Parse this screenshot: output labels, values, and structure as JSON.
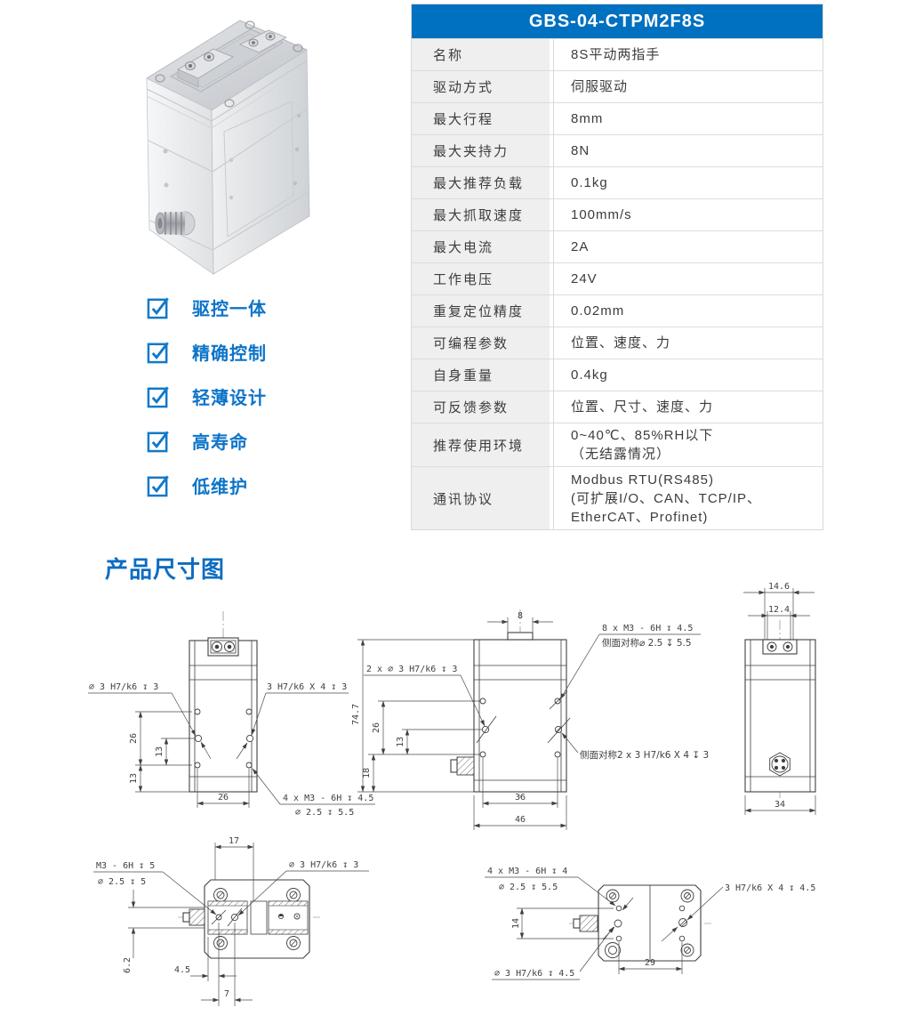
{
  "colors": {
    "accent_blue": "#0d74c8",
    "table_header_bg": "#0070c0",
    "table_label_bg": "#efefef",
    "table_border": "#d9d9d9",
    "drawing_line": "#3f3f3f"
  },
  "icons": {
    "feature_checkbox": "checkbox-checked ☑"
  },
  "features": [
    "驱控一体",
    "精确控制",
    "轻薄设计",
    "高寿命",
    "低维护"
  ],
  "spec_table": {
    "header": "GBS-04-CTPM2F8S",
    "rows": [
      {
        "label": "名称",
        "value": "8S平动两指手"
      },
      {
        "label": "驱动方式",
        "value": "伺服驱动"
      },
      {
        "label": "最大行程",
        "value": "8mm"
      },
      {
        "label": "最大夹持力",
        "value": "8N"
      },
      {
        "label": "最大推荐负载",
        "value": "0.1kg"
      },
      {
        "label": "最大抓取速度",
        "value": "100mm/s"
      },
      {
        "label": "最大电流",
        "value": "2A"
      },
      {
        "label": "工作电压",
        "value": "24V"
      },
      {
        "label": "重复定位精度",
        "value": "0.02mm"
      },
      {
        "label": "可编程参数",
        "value": "位置、速度、力"
      },
      {
        "label": "自身重量",
        "value": "0.4kg"
      },
      {
        "label": "可反馈参数",
        "value": "位置、尺寸、速度、力"
      },
      {
        "label": "推荐使用环境",
        "value": "0~40℃、85%RH以下\n（无结露情况）"
      },
      {
        "label": "通讯协议",
        "value": "Modbus RTU(RS485)\n(可扩展I/O、CAN、TCP/IP、\nEtherCAT、Profinet)"
      }
    ]
  },
  "dimension_section": {
    "title": "产品尺寸图"
  },
  "drawings": {
    "front_view": {
      "hole_left_label": "⌀ 3 H7/k6 ↧ 3",
      "pin_right_label": "3 H7/k6 X 4 ↧ 3",
      "screws_label_line1": "4 x  M3 - 6H ↧ 4.5",
      "screws_label_line2": "⌀ 2.5 ↧ 5.5",
      "dim_vertical_26": "26",
      "dim_vertical_13_inner": "13",
      "dim_vertical_13_lower": "13",
      "dim_width_26": "26"
    },
    "side_view": {
      "dim_top_8": "8",
      "dim_height_74_7": "74.7",
      "dim_26": "26",
      "dim_13": "13",
      "dim_18": "18",
      "dim_36": "36",
      "dim_46": "46",
      "holes_label": "2 x ⌀ 3 H7/k6 ↧ 3",
      "screws_label_line1": "8 x  M3 - 6H ↧ 4.5",
      "screws_label_line2": "侧面对称⌀ 2.5 ↧ 5.5",
      "pins_label": "侧面对称2 x 3 H7/k6 X 4 ↧ 3"
    },
    "right_view": {
      "dim_14_6": "14.6",
      "dim_12_4": "12.4",
      "dim_34": "34"
    },
    "top_view": {
      "tap_label_line1": "M3 - 6H ↧ 5",
      "tap_label_line2": "⌀ 2.5 ↧ 5",
      "hole_label": "⌀ 3 H7/k6 ↧ 3",
      "dim_17": "17",
      "dim_6_2": "6.2",
      "dim_4_5": "4.5",
      "dim_7": "7"
    },
    "bottom_view": {
      "tap_label_line1": "4 x  M3 - 6H ↧ 4",
      "tap_label_line2": "⌀ 2.5 ↧ 5.5",
      "pin_label": "3 H7/k6 X 4 ↧ 4.5",
      "hole_label": "⌀ 3 H7/k6 ↧ 4.5",
      "dim_14": "14",
      "dim_29": "29"
    }
  }
}
